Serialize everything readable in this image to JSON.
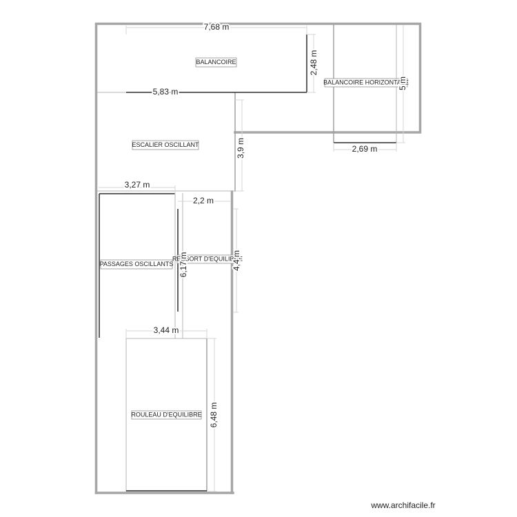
{
  "app": {
    "watermark": "www.archifacile.fr"
  },
  "colors": {
    "wall": "#a6a6a6",
    "partition": "#2b2b2b",
    "dimension_line": "#d6d6d6",
    "text": "#1e1e1e",
    "background": "#ffffff"
  },
  "rooms": {
    "balancoire": "BALANCOIRE",
    "balancoire_horizontale": "BALANCOIRE HORIZONTALE",
    "escalier_oscillant": "ESCALIER OSCILLANT",
    "passages_oscillants": "PASSAGES OSCILLANTS",
    "ressort_equilibre": "RESSORT D'EQUILIBRE",
    "rouleau_equilibre": "ROULEAU D'EQUILIBRE"
  },
  "dimensions": {
    "balancoire_width": "7,68 m",
    "balancoire_height": "2,48 m",
    "balancoire_horizontale_height": "5 m",
    "balancoire_horizontale_width": "2,69 m",
    "escalier_width": "5,83 m",
    "escalier_height": "3,9 m",
    "passages_width": "3,27 m",
    "passages_height": "6,17 m",
    "ressort_width": "2,2 m",
    "ressort_height": "4,4 m",
    "rouleau_width": "3,44 m",
    "rouleau_height": "6,48 m"
  }
}
